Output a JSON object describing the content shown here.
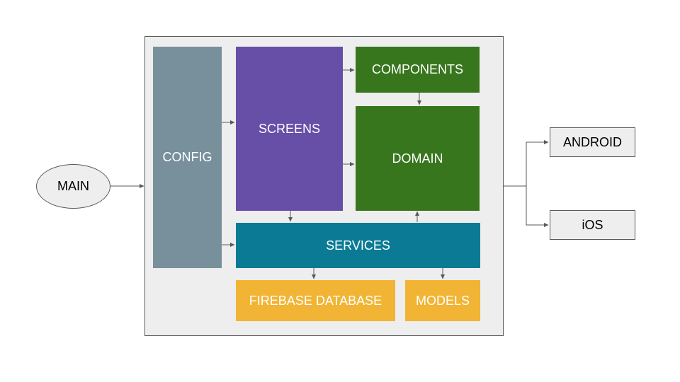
{
  "diagram": {
    "nodes": {
      "main": "MAIN",
      "config": "CONFIG",
      "screens": "SCREENS",
      "components": "COMPONENTS",
      "domain": "DOMAIN",
      "services": "SERVICES",
      "firebase": "FIREBASE DATABASE",
      "models": "MODELS",
      "android": "ANDROID",
      "ios": "iOS"
    },
    "edges": [
      {
        "from": "MAIN",
        "to": "app-container"
      },
      {
        "from": "CONFIG",
        "to": "SCREENS"
      },
      {
        "from": "CONFIG",
        "to": "SERVICES"
      },
      {
        "from": "SCREENS",
        "to": "COMPONENTS"
      },
      {
        "from": "SCREENS",
        "to": "DOMAIN"
      },
      {
        "from": "SCREENS",
        "to": "SERVICES"
      },
      {
        "from": "COMPONENTS",
        "to": "DOMAIN"
      },
      {
        "from": "SERVICES",
        "to": "DOMAIN"
      },
      {
        "from": "SERVICES",
        "to": "FIREBASE DATABASE"
      },
      {
        "from": "SERVICES",
        "to": "MODELS"
      },
      {
        "from": "app-container",
        "to": "ANDROID"
      },
      {
        "from": "app-container",
        "to": "iOS"
      }
    ],
    "colors": {
      "container_fill": "#eeeeee",
      "container_border": "#595959",
      "config": "#78909c",
      "screens": "#674ea7",
      "green": "#38761d",
      "services": "#0b7b95",
      "yellow": "#f1b434",
      "platform_fill": "#eeeeee",
      "connector": "#595959"
    }
  }
}
